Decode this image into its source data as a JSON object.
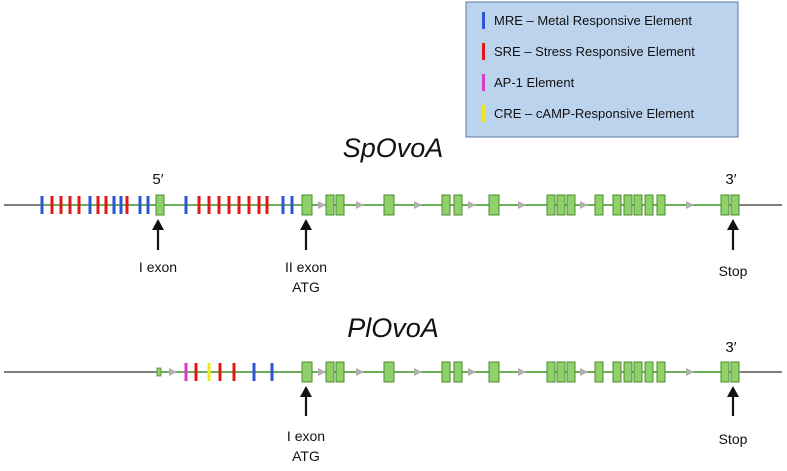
{
  "legend": {
    "items": [
      {
        "label": "MRE – Metal Responsive Element",
        "color": "#2c54d6"
      },
      {
        "label": "SRE – Stress Responsive Element",
        "color": "#e01818"
      },
      {
        "label": "AP-1  Element",
        "color": "#d63cc8"
      },
      {
        "label": "CRE –  cAMP-Responsive Element",
        "color": "#f0e81e"
      }
    ]
  },
  "genes": [
    {
      "name": "SpOvoA",
      "five_prime_label": "5′",
      "three_prime_label": "3′",
      "arrows": [
        {
          "line1": "I exon",
          "line2": ""
        },
        {
          "line1": "II exon",
          "line2": "ATG"
        },
        {
          "line1": "Stop",
          "line2": ""
        }
      ]
    },
    {
      "name": "PlOvoA",
      "five_prime_label": "",
      "three_prime_label": "3′",
      "arrows": [
        {
          "line1": "I exon",
          "line2": "ATG"
        },
        {
          "line1": "Stop",
          "line2": ""
        }
      ]
    }
  ],
  "colors": {
    "exon_fill": "#8ed16a",
    "exon_stroke": "#4d8a2c",
    "gene_line": "#4aa833",
    "chromosome_line": "#333333",
    "direction_arrow": "#b0b0b0",
    "legend_fill": "#bcd3ee",
    "legend_stroke": "#5577a8"
  }
}
